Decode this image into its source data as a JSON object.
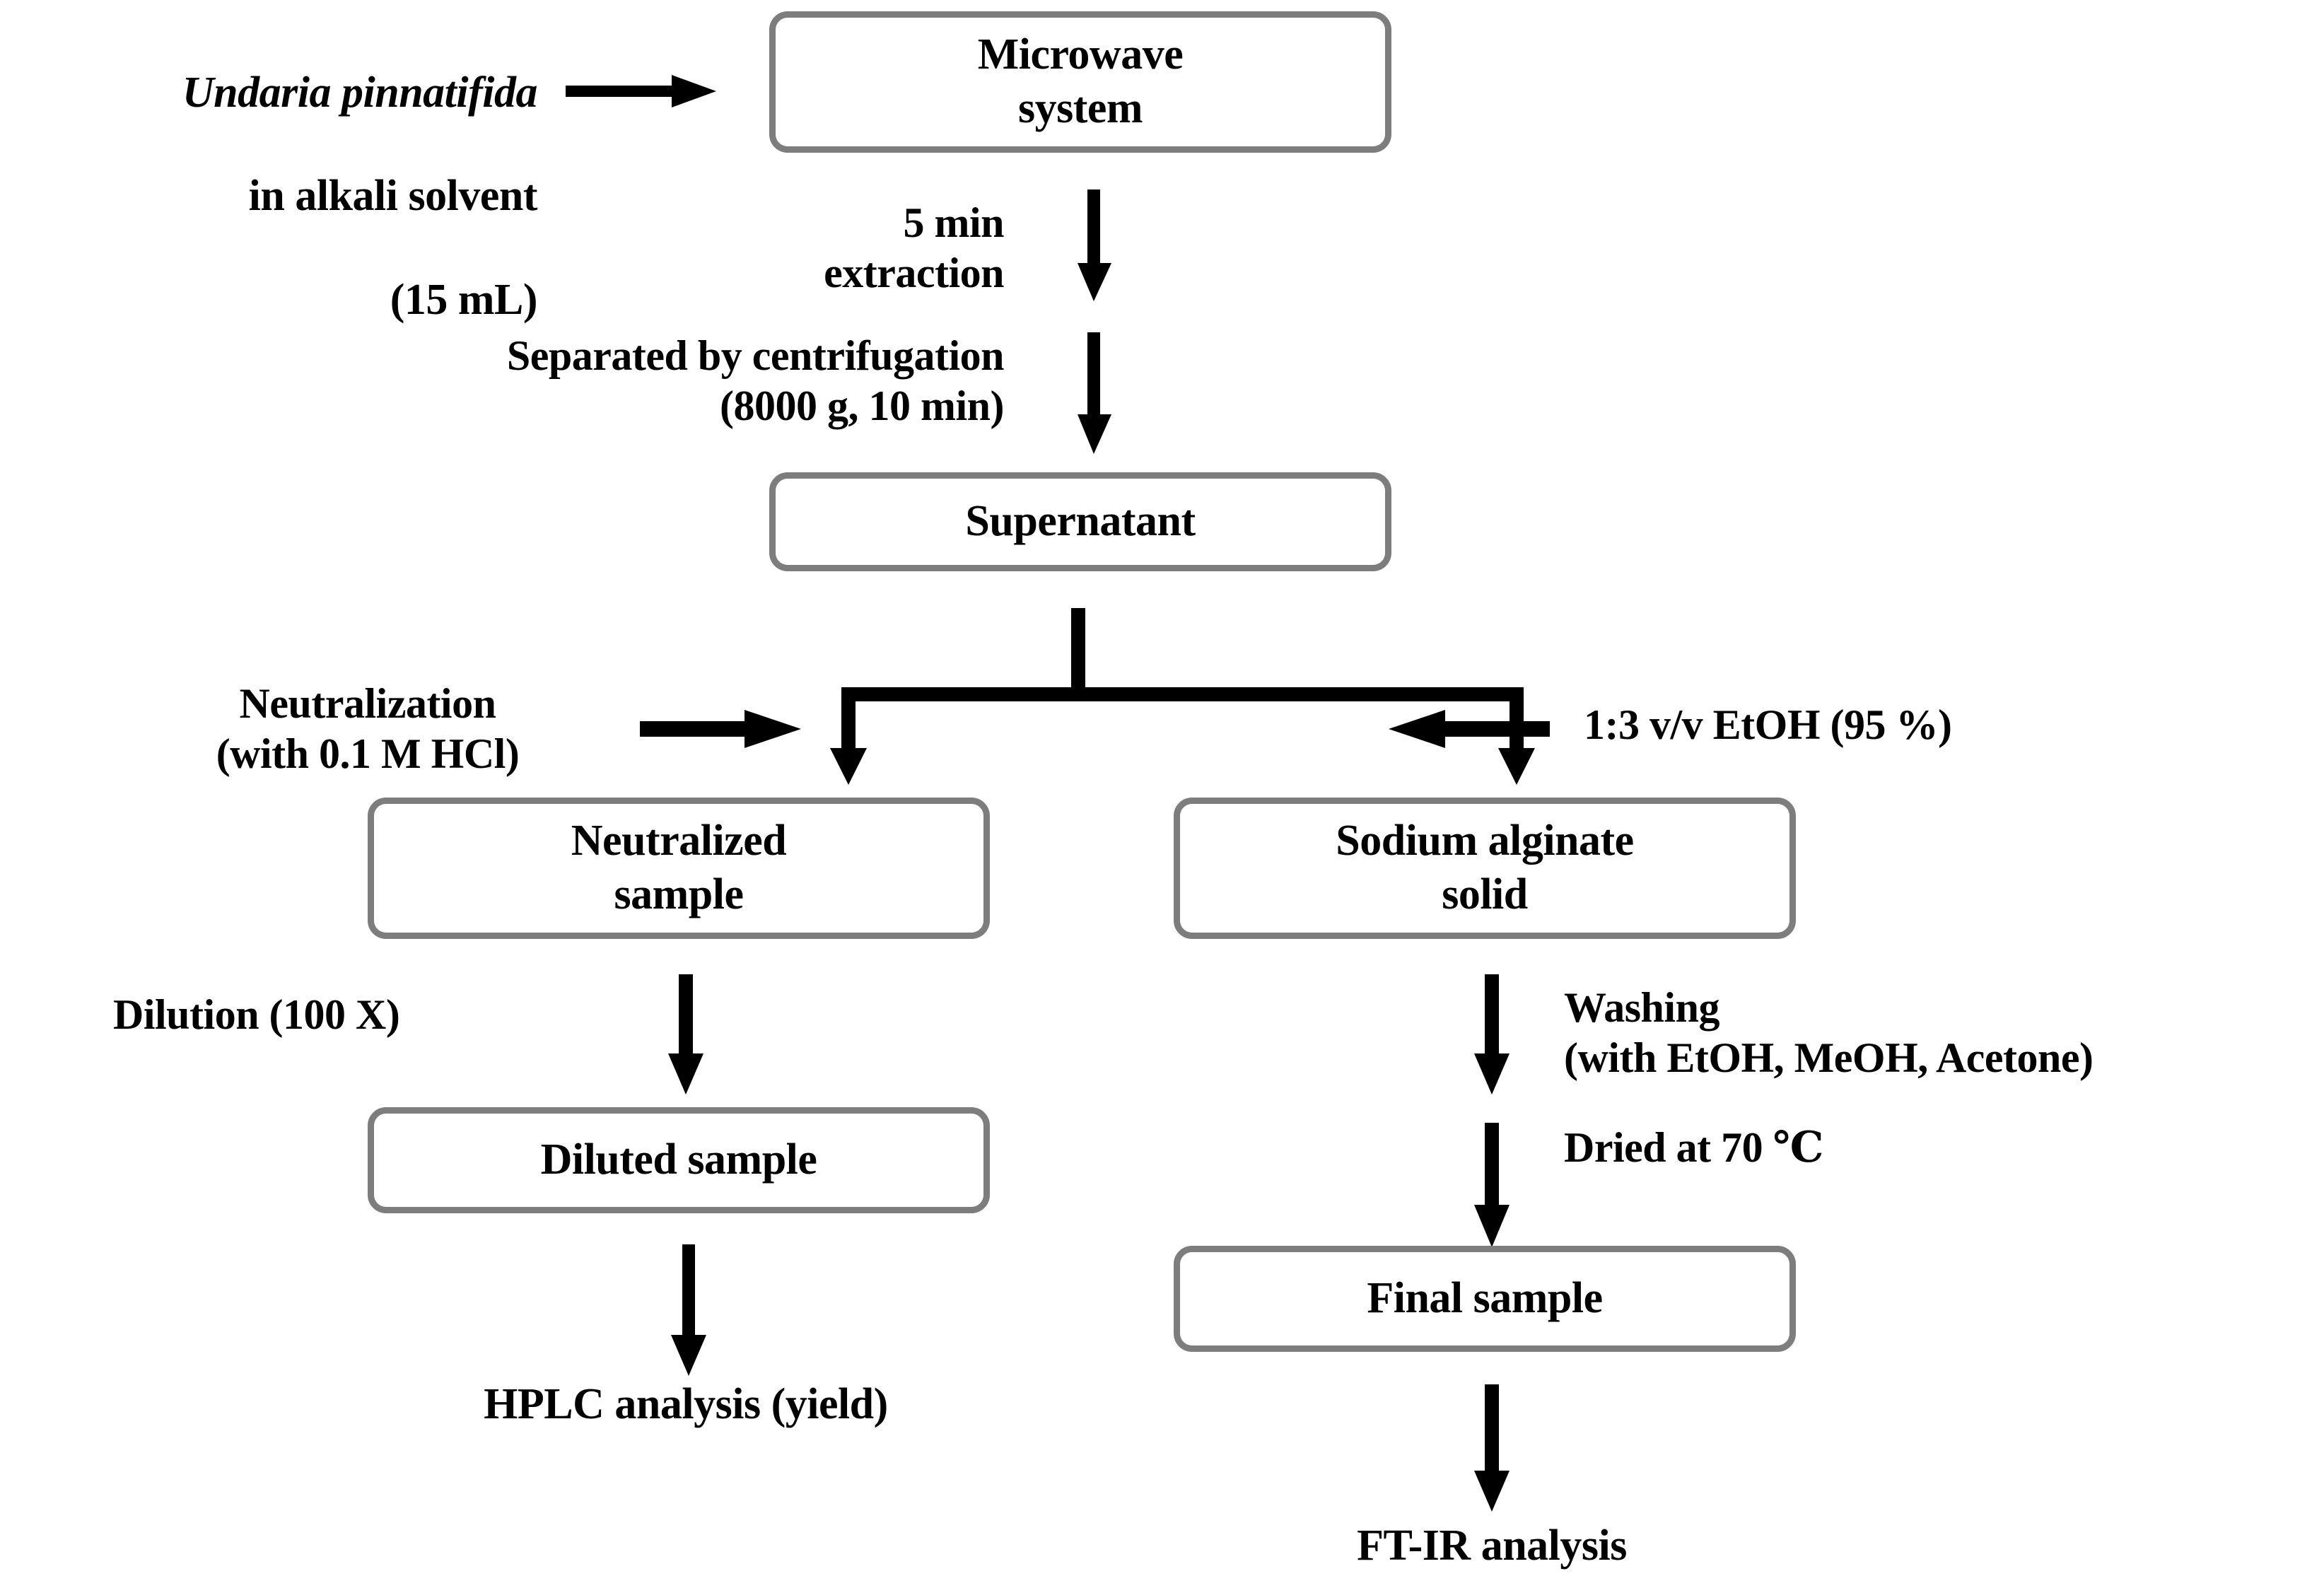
{
  "diagram": {
    "title": "Microwave-assisted alkaline extraction of sodium alginate from Undaria pinnatifida",
    "type": "process-flowchart",
    "colors": {
      "box_border": "#7d7d7d",
      "box_fill": "#ffffff",
      "arrow": "#000000",
      "text": "#000000",
      "background": "#ffffff"
    },
    "nodes": [
      {
        "id": "microwave",
        "label": "Microwave\nsystem"
      },
      {
        "id": "supernatant",
        "label": "Supernatant"
      },
      {
        "id": "neutralized",
        "label": "Neutralized\nsample"
      },
      {
        "id": "alginate",
        "label": "Sodium alginate\nsolid"
      },
      {
        "id": "diluted",
        "label": "Diluted sample"
      },
      {
        "id": "final",
        "label": "Final sample"
      }
    ],
    "input_label": {
      "species": "Undaria pinnatifida",
      "line2": "in alkali solvent",
      "line3": "(15 mL)"
    },
    "edge_labels": [
      {
        "id": "extraction",
        "text": "5 min\nextraction"
      },
      {
        "id": "centrifugation",
        "text": "Separated by centrifugation\n(8000 g, 10 min)"
      },
      {
        "id": "neutralization",
        "text": "Neutralization\n(with 0.1 M HCl)"
      },
      {
        "id": "ethanol",
        "text": "1:3 v/v EtOH (95 %)"
      },
      {
        "id": "dilution",
        "text": "Dilution (100 X)"
      },
      {
        "id": "washing",
        "text": "Washing\n(with EtOH, MeOH, Acetone)"
      },
      {
        "id": "drying",
        "text": "Dried at 70 ℃"
      }
    ],
    "terminals": [
      {
        "id": "hplc",
        "text": "HPLC analysis (yield)"
      },
      {
        "id": "ftir",
        "text": "FT-IR analysis"
      }
    ]
  }
}
